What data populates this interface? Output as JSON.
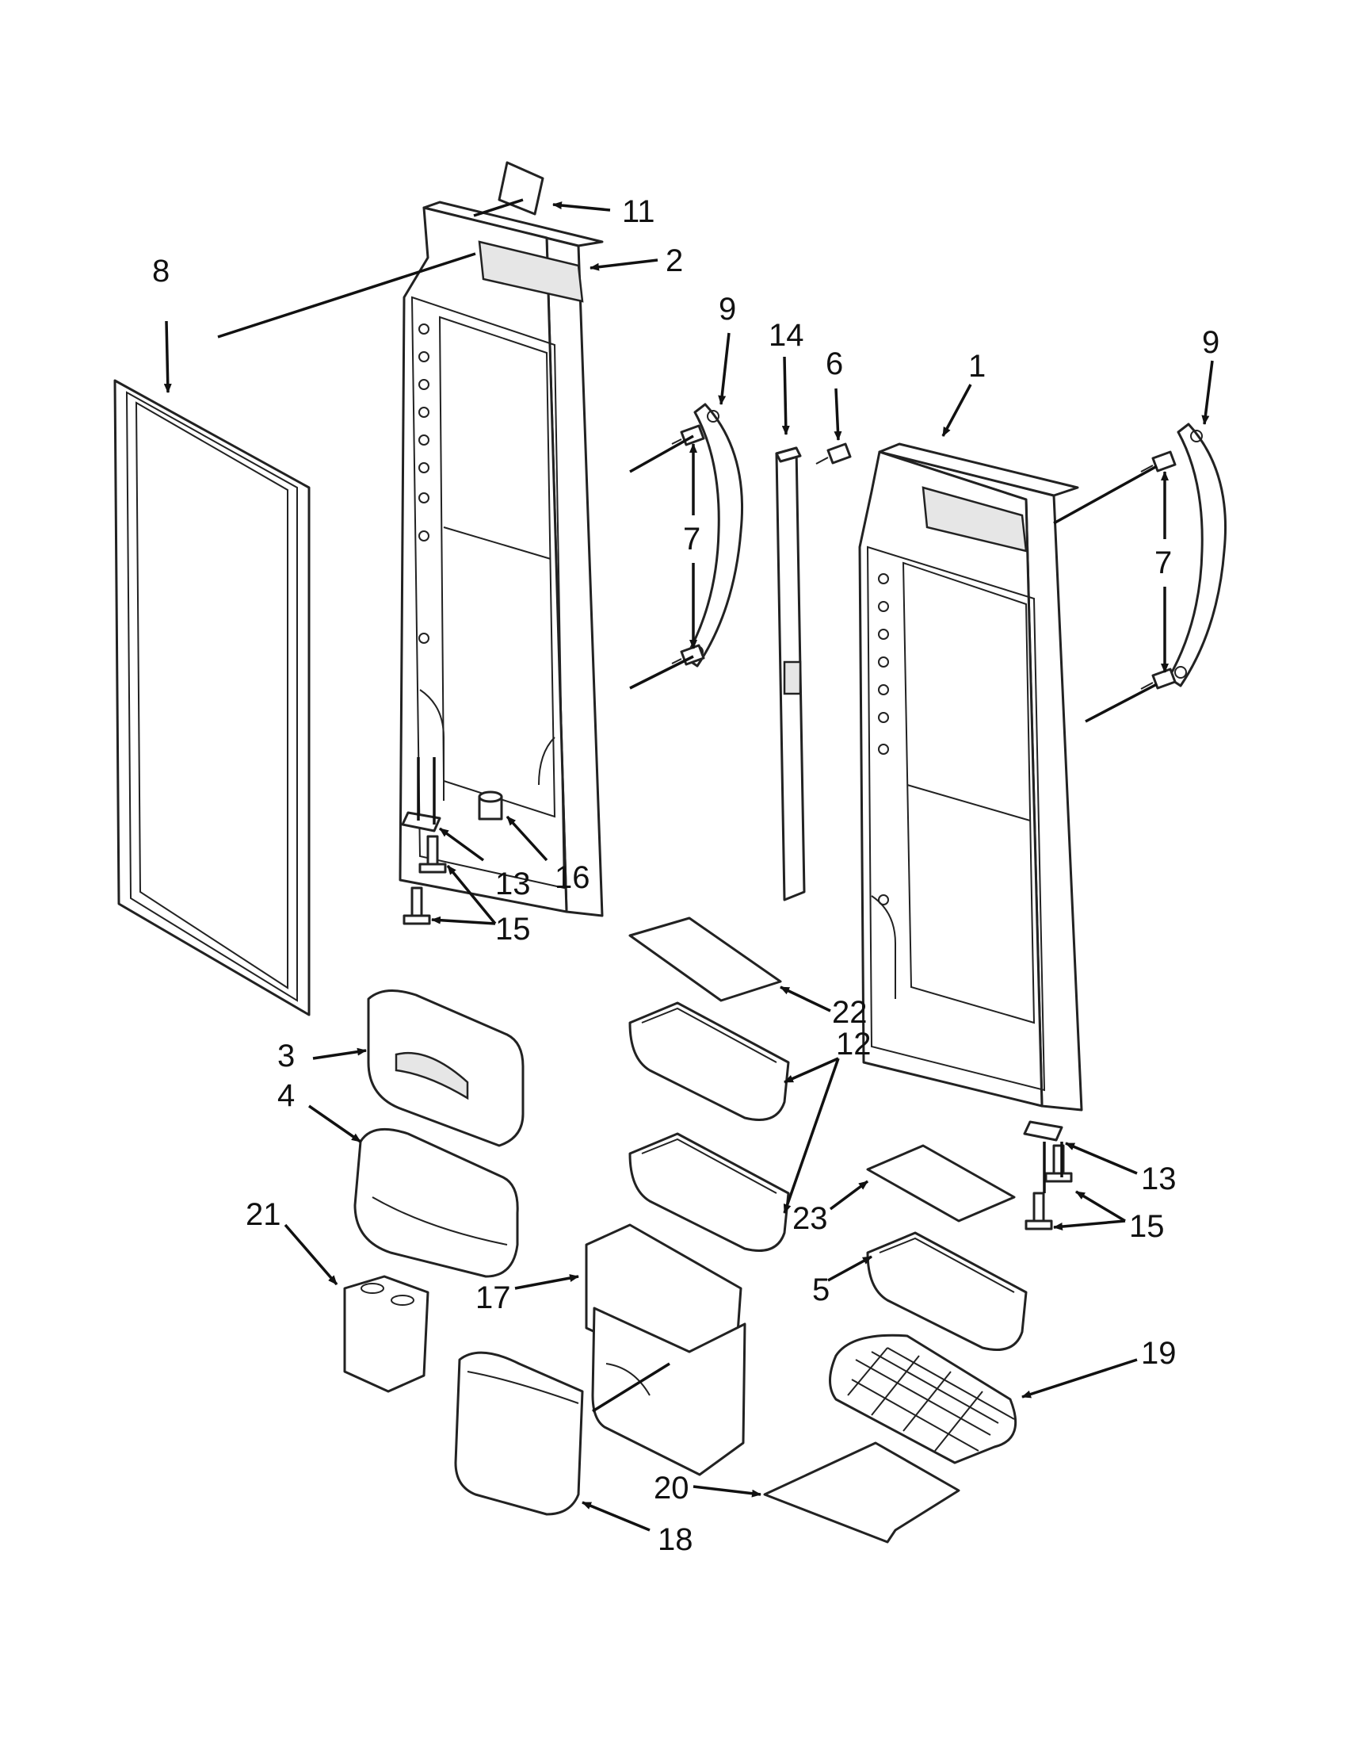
{
  "callouts": [
    {
      "id": "c11",
      "text": "11"
    },
    {
      "id": "c2",
      "text": "2"
    },
    {
      "id": "c8",
      "text": "8"
    },
    {
      "id": "c9a",
      "text": "9"
    },
    {
      "id": "c14",
      "text": "14"
    },
    {
      "id": "c6",
      "text": "6"
    },
    {
      "id": "c1",
      "text": "1"
    },
    {
      "id": "c9b",
      "text": "9"
    },
    {
      "id": "c7a",
      "text": "7"
    },
    {
      "id": "c7b",
      "text": "7"
    },
    {
      "id": "c13a",
      "text": "13"
    },
    {
      "id": "c16",
      "text": "16"
    },
    {
      "id": "c15a",
      "text": "15"
    },
    {
      "id": "c22",
      "text": "22"
    },
    {
      "id": "c12",
      "text": "12"
    },
    {
      "id": "c3",
      "text": "3"
    },
    {
      "id": "c4",
      "text": "4"
    },
    {
      "id": "c13b",
      "text": "13"
    },
    {
      "id": "c15b",
      "text": "15"
    },
    {
      "id": "c23",
      "text": "23"
    },
    {
      "id": "c21",
      "text": "21"
    },
    {
      "id": "c5",
      "text": "5"
    },
    {
      "id": "c17",
      "text": "17"
    },
    {
      "id": "c19",
      "text": "19"
    },
    {
      "id": "c20",
      "text": "20"
    },
    {
      "id": "c18",
      "text": "18"
    }
  ]
}
